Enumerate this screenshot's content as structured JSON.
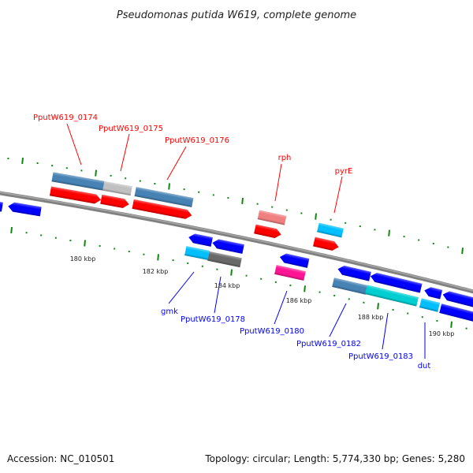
{
  "title": "Pseudomonas putida W619, complete genome",
  "footer": {
    "accession": "Accession: NC_010501",
    "summary": "Topology: circular; Length: 5,774,330 bp; Genes: 5,280"
  },
  "colors": {
    "backbone": "#808080",
    "tick": "#118811",
    "plus_label": "#ff0000",
    "minus_label": "#0000ff"
  },
  "scale_labels": [
    "180 kbp",
    "182 kbp",
    "184 kbp",
    "186 kbp",
    "188 kbp",
    "190 kbp"
  ],
  "labels_plus": [
    "PputW619_0174",
    "PputW619_0175",
    "PputW619_0176",
    "rph",
    "pyrE"
  ],
  "labels_minus": [
    "gmk",
    "PputW619_0178",
    "PputW619_0180",
    "PputW619_0182",
    "PputW619_0183",
    "dut"
  ],
  "genes": [
    {
      "color": "#4682b4",
      "shape": "box"
    },
    {
      "color": "#c0c0c0",
      "shape": "box"
    },
    {
      "color": "#4682b4",
      "shape": "box"
    },
    {
      "color": "#ff0000",
      "shape": "arrow-right"
    },
    {
      "color": "#ff0000",
      "shape": "arrow-right"
    },
    {
      "color": "#ff0000",
      "shape": "arrow-right"
    },
    {
      "color": "#f08080",
      "shape": "box"
    },
    {
      "color": "#ff0000",
      "shape": "arrow-right"
    },
    {
      "color": "#00bfff",
      "shape": "box"
    },
    {
      "color": "#ff0000",
      "shape": "arrow-right"
    },
    {
      "color": "#0000ff",
      "shape": "arrow-left"
    },
    {
      "color": "#0000ff",
      "shape": "box"
    },
    {
      "color": "#0000ff",
      "shape": "arrow-left"
    },
    {
      "color": "#0000ff",
      "shape": "arrow-left"
    },
    {
      "color": "#00bfff",
      "shape": "box"
    },
    {
      "color": "#696969",
      "shape": "box"
    },
    {
      "color": "#0000ff",
      "shape": "arrow-left"
    },
    {
      "color": "#ff1493",
      "shape": "box"
    },
    {
      "color": "#0000ff",
      "shape": "arrow-left"
    },
    {
      "color": "#0000ff",
      "shape": "arrow-left"
    },
    {
      "color": "#4682b4",
      "shape": "box"
    },
    {
      "color": "#00ced1",
      "shape": "box"
    },
    {
      "color": "#0000ff",
      "shape": "arrow-left"
    },
    {
      "color": "#0000ff",
      "shape": "arrow-left"
    },
    {
      "color": "#00bfff",
      "shape": "box"
    },
    {
      "color": "#0000ff",
      "shape": "box"
    }
  ]
}
